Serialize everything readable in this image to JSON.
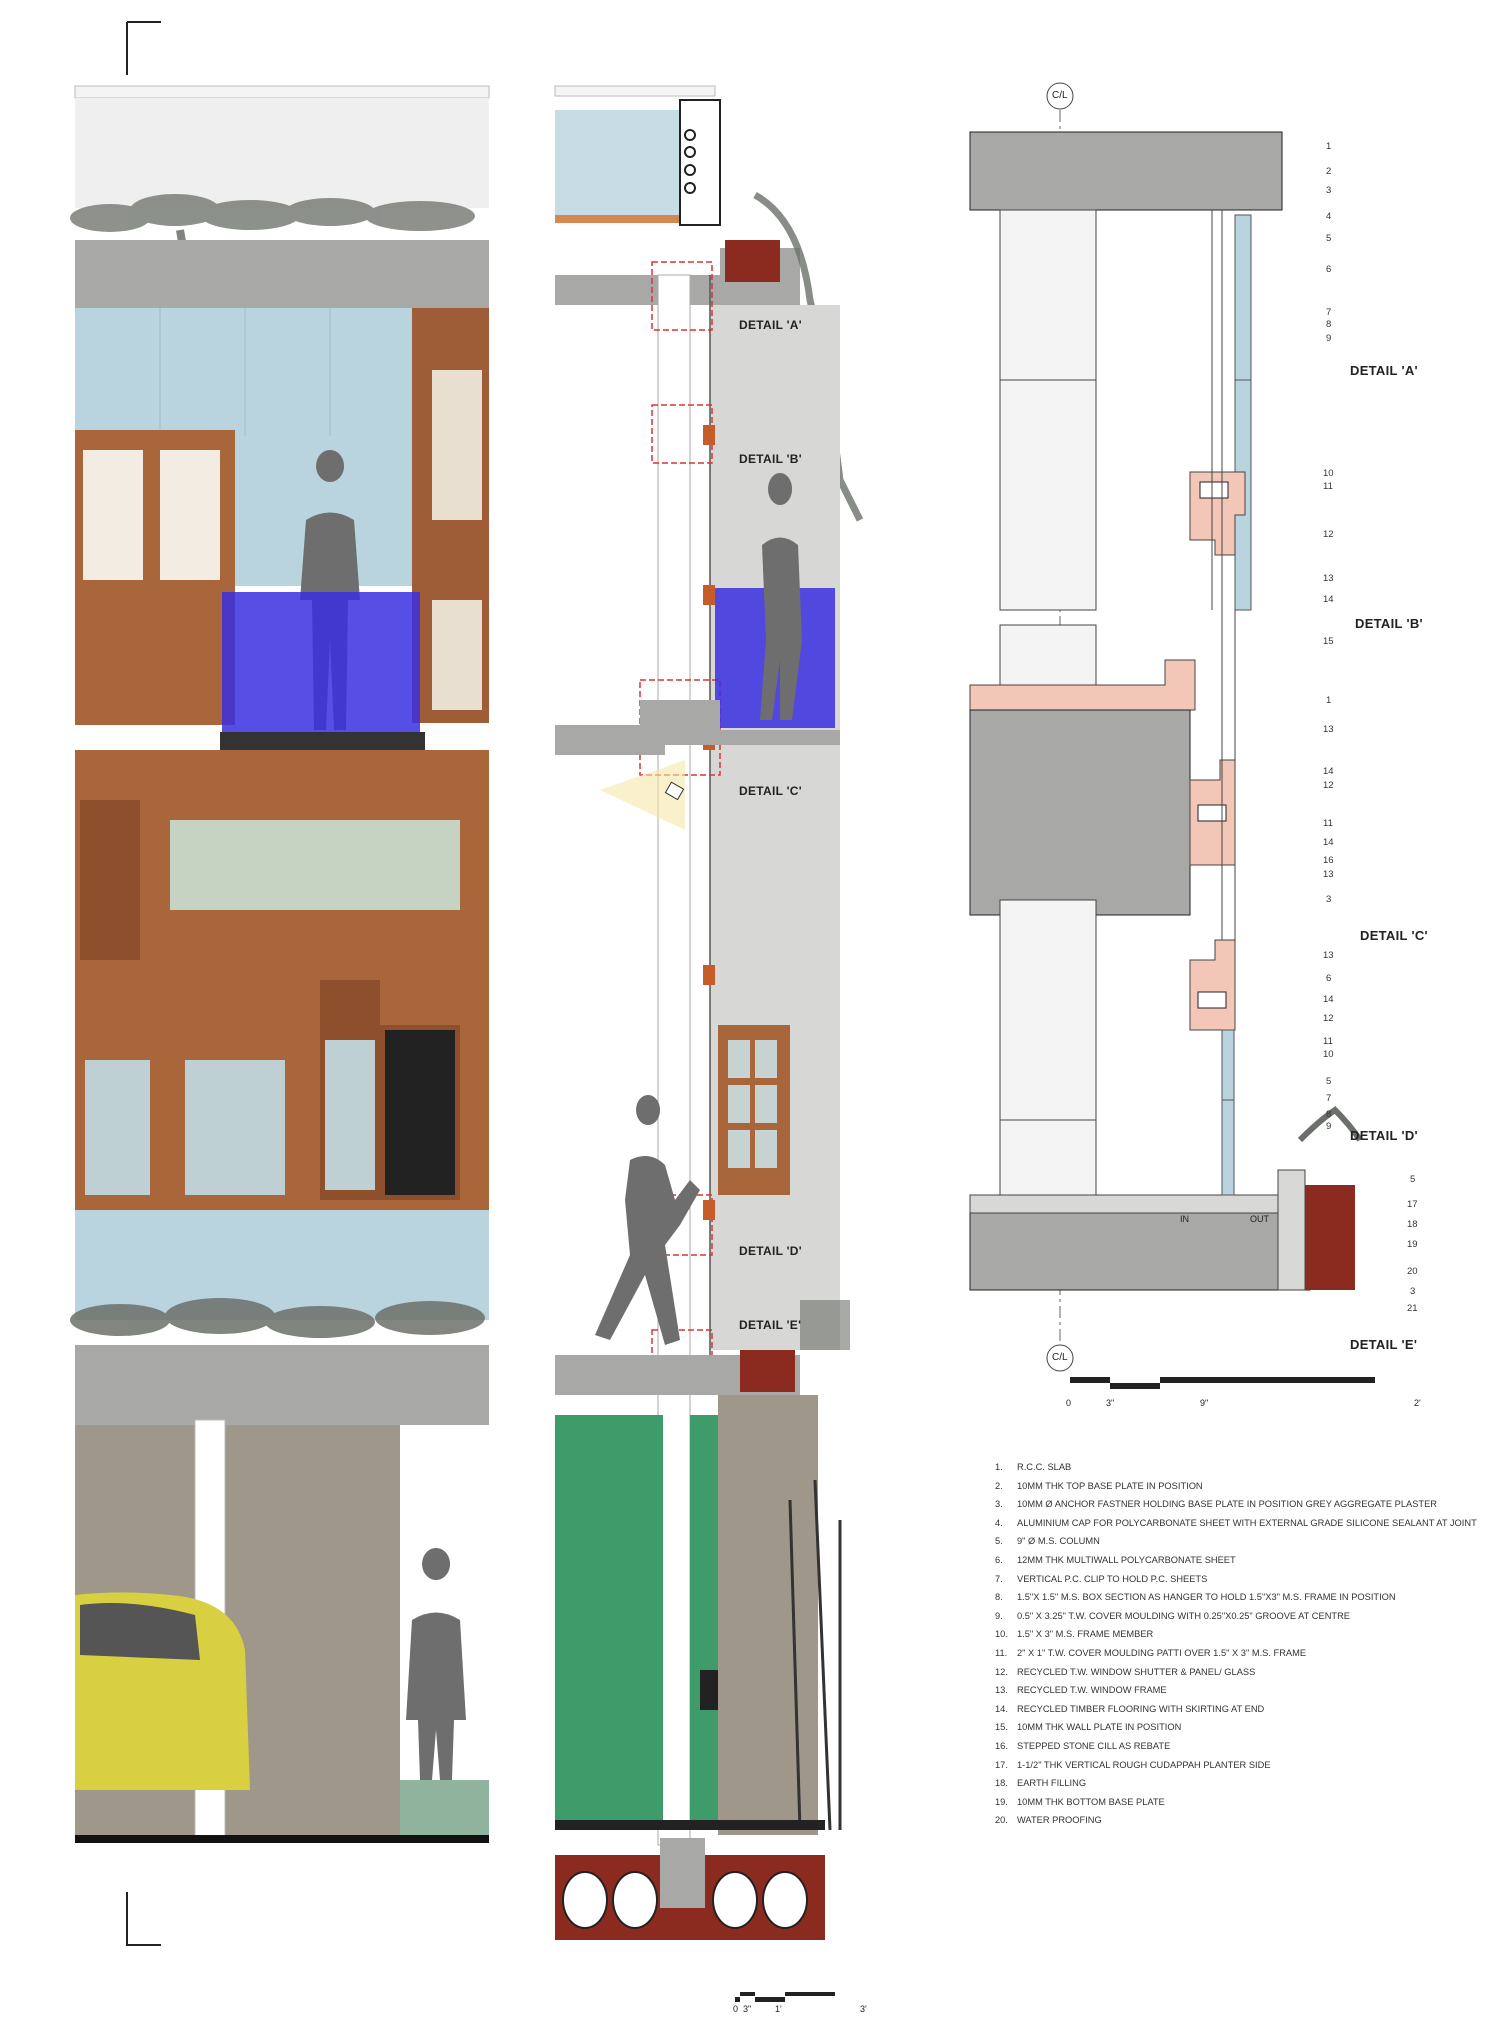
{
  "section_labels": {
    "a": "DETAIL 'A'",
    "b": "DETAIL 'B'",
    "c": "DETAIL 'C'",
    "d": "DETAIL 'D'",
    "e": "DETAIL 'E'"
  },
  "detail_titles": {
    "a": "DETAIL 'A'",
    "b": "DETAIL 'B'",
    "c": "DETAIL 'C'",
    "d": "DETAIL 'D'",
    "e": "DETAIL 'E'"
  },
  "centerline_top": "C/L",
  "centerline_bottom": "C/L",
  "in_label": "IN",
  "out_label": "OUT",
  "callouts_a": [
    "1",
    "2",
    "3",
    "4",
    "5",
    "6",
    "7",
    "8",
    "9"
  ],
  "callouts_b": [
    "10",
    "11",
    "12",
    "13",
    "14",
    "15"
  ],
  "callouts_c": [
    "1",
    "13",
    "14",
    "12",
    "11",
    "14",
    "16",
    "13",
    "3"
  ],
  "callouts_d": [
    "13",
    "6",
    "14",
    "12",
    "11",
    "10",
    "5",
    "7",
    "8",
    "9"
  ],
  "callouts_e": [
    "5",
    "17",
    "18",
    "19",
    "20",
    "3",
    "21"
  ],
  "scale_detail": [
    "0",
    "3\"",
    "9\"",
    "2'"
  ],
  "scale_section": [
    "0",
    "3\"",
    "1'",
    "3'"
  ],
  "legend": [
    {
      "n": "1.",
      "t": "R.C.C. SLAB"
    },
    {
      "n": "2.",
      "t": "10MM THK TOP BASE PLATE IN POSITION"
    },
    {
      "n": "3.",
      "t": "10MM Ø ANCHOR FASTNER HOLDING BASE PLATE IN POSITION GREY AGGREGATE PLASTER"
    },
    {
      "n": "4.",
      "t": "ALUMINIUM CAP FOR POLYCARBONATE SHEET WITH EXTERNAL GRADE SILICONE SEALANT AT JOINT"
    },
    {
      "n": "5.",
      "t": "9\" Ø M.S. COLUMN"
    },
    {
      "n": "6.",
      "t": "12MM THK MULTIWALL POLYCARBONATE SHEET"
    },
    {
      "n": "7.",
      "t": "VERTICAL P.C. CLIP TO HOLD P.C. SHEETS"
    },
    {
      "n": "8.",
      "t": "1.5\"X 1.5\" M.S. BOX SECTION AS HANGER TO HOLD 1.5\"X3\" M.S. FRAME IN POSITION"
    },
    {
      "n": "9.",
      "t": "0.5\" X 3.25\" T.W. COVER MOULDING WITH 0.25\"X0.25\" GROOVE AT CENTRE"
    },
    {
      "n": "10.",
      "t": "1.5\" X 3\" M.S. FRAME MEMBER"
    },
    {
      "n": "11.",
      "t": "2\" X 1\" T.W. COVER MOULDING PATTI OVER 1.5\" X 3\" M.S. FRAME"
    },
    {
      "n": "12.",
      "t": "RECYCLED T.W. WINDOW SHUTTER & PANEL/ GLASS"
    },
    {
      "n": "13.",
      "t": "RECYCLED T.W. WINDOW FRAME"
    },
    {
      "n": "14.",
      "t": "RECYCLED TIMBER FLOORING WITH SKIRTING AT END"
    },
    {
      "n": "15.",
      "t": "10MM THK WALL PLATE IN POSITION"
    },
    {
      "n": "16.",
      "t": "STEPPED STONE CILL AS REBATE"
    },
    {
      "n": "17.",
      "t": "1-1/2\" THK VERTICAL ROUGH CUDAPPAH PLANTER SIDE"
    },
    {
      "n": "18.",
      "t": "EARTH FILLING"
    },
    {
      "n": "19.",
      "t": "10MM THK BOTTOM BASE PLATE"
    },
    {
      "n": "20.",
      "t": "WATER PROOFING"
    }
  ],
  "colors": {
    "concrete": "#a8a8a6",
    "polycarbonate": "#b9d3df",
    "glass_balustrade": "#3a2fe0",
    "timber": "#a8663a",
    "timber_detail": "#f2c7b8",
    "planter": "#8b2a1f",
    "green_panel": "#3e9c6a",
    "stone": "#8f8577",
    "car": "#d8d040",
    "silhouette": "#6e6e6e"
  }
}
